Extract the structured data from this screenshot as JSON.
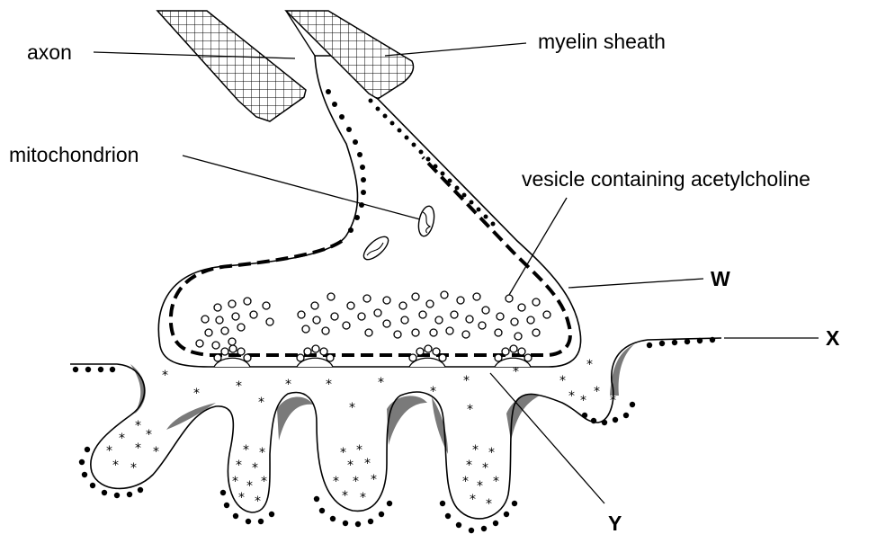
{
  "labels": {
    "axon": "axon",
    "myelin_sheath": "myelin sheath",
    "mitochondrion": "mitochondrion",
    "vesicle": "vesicle containing acetylcholine",
    "w": "W",
    "x": "X",
    "y": "Y"
  },
  "colors": {
    "line": "#000000",
    "fill": "#ffffff",
    "shade": "#7a7a7a"
  }
}
